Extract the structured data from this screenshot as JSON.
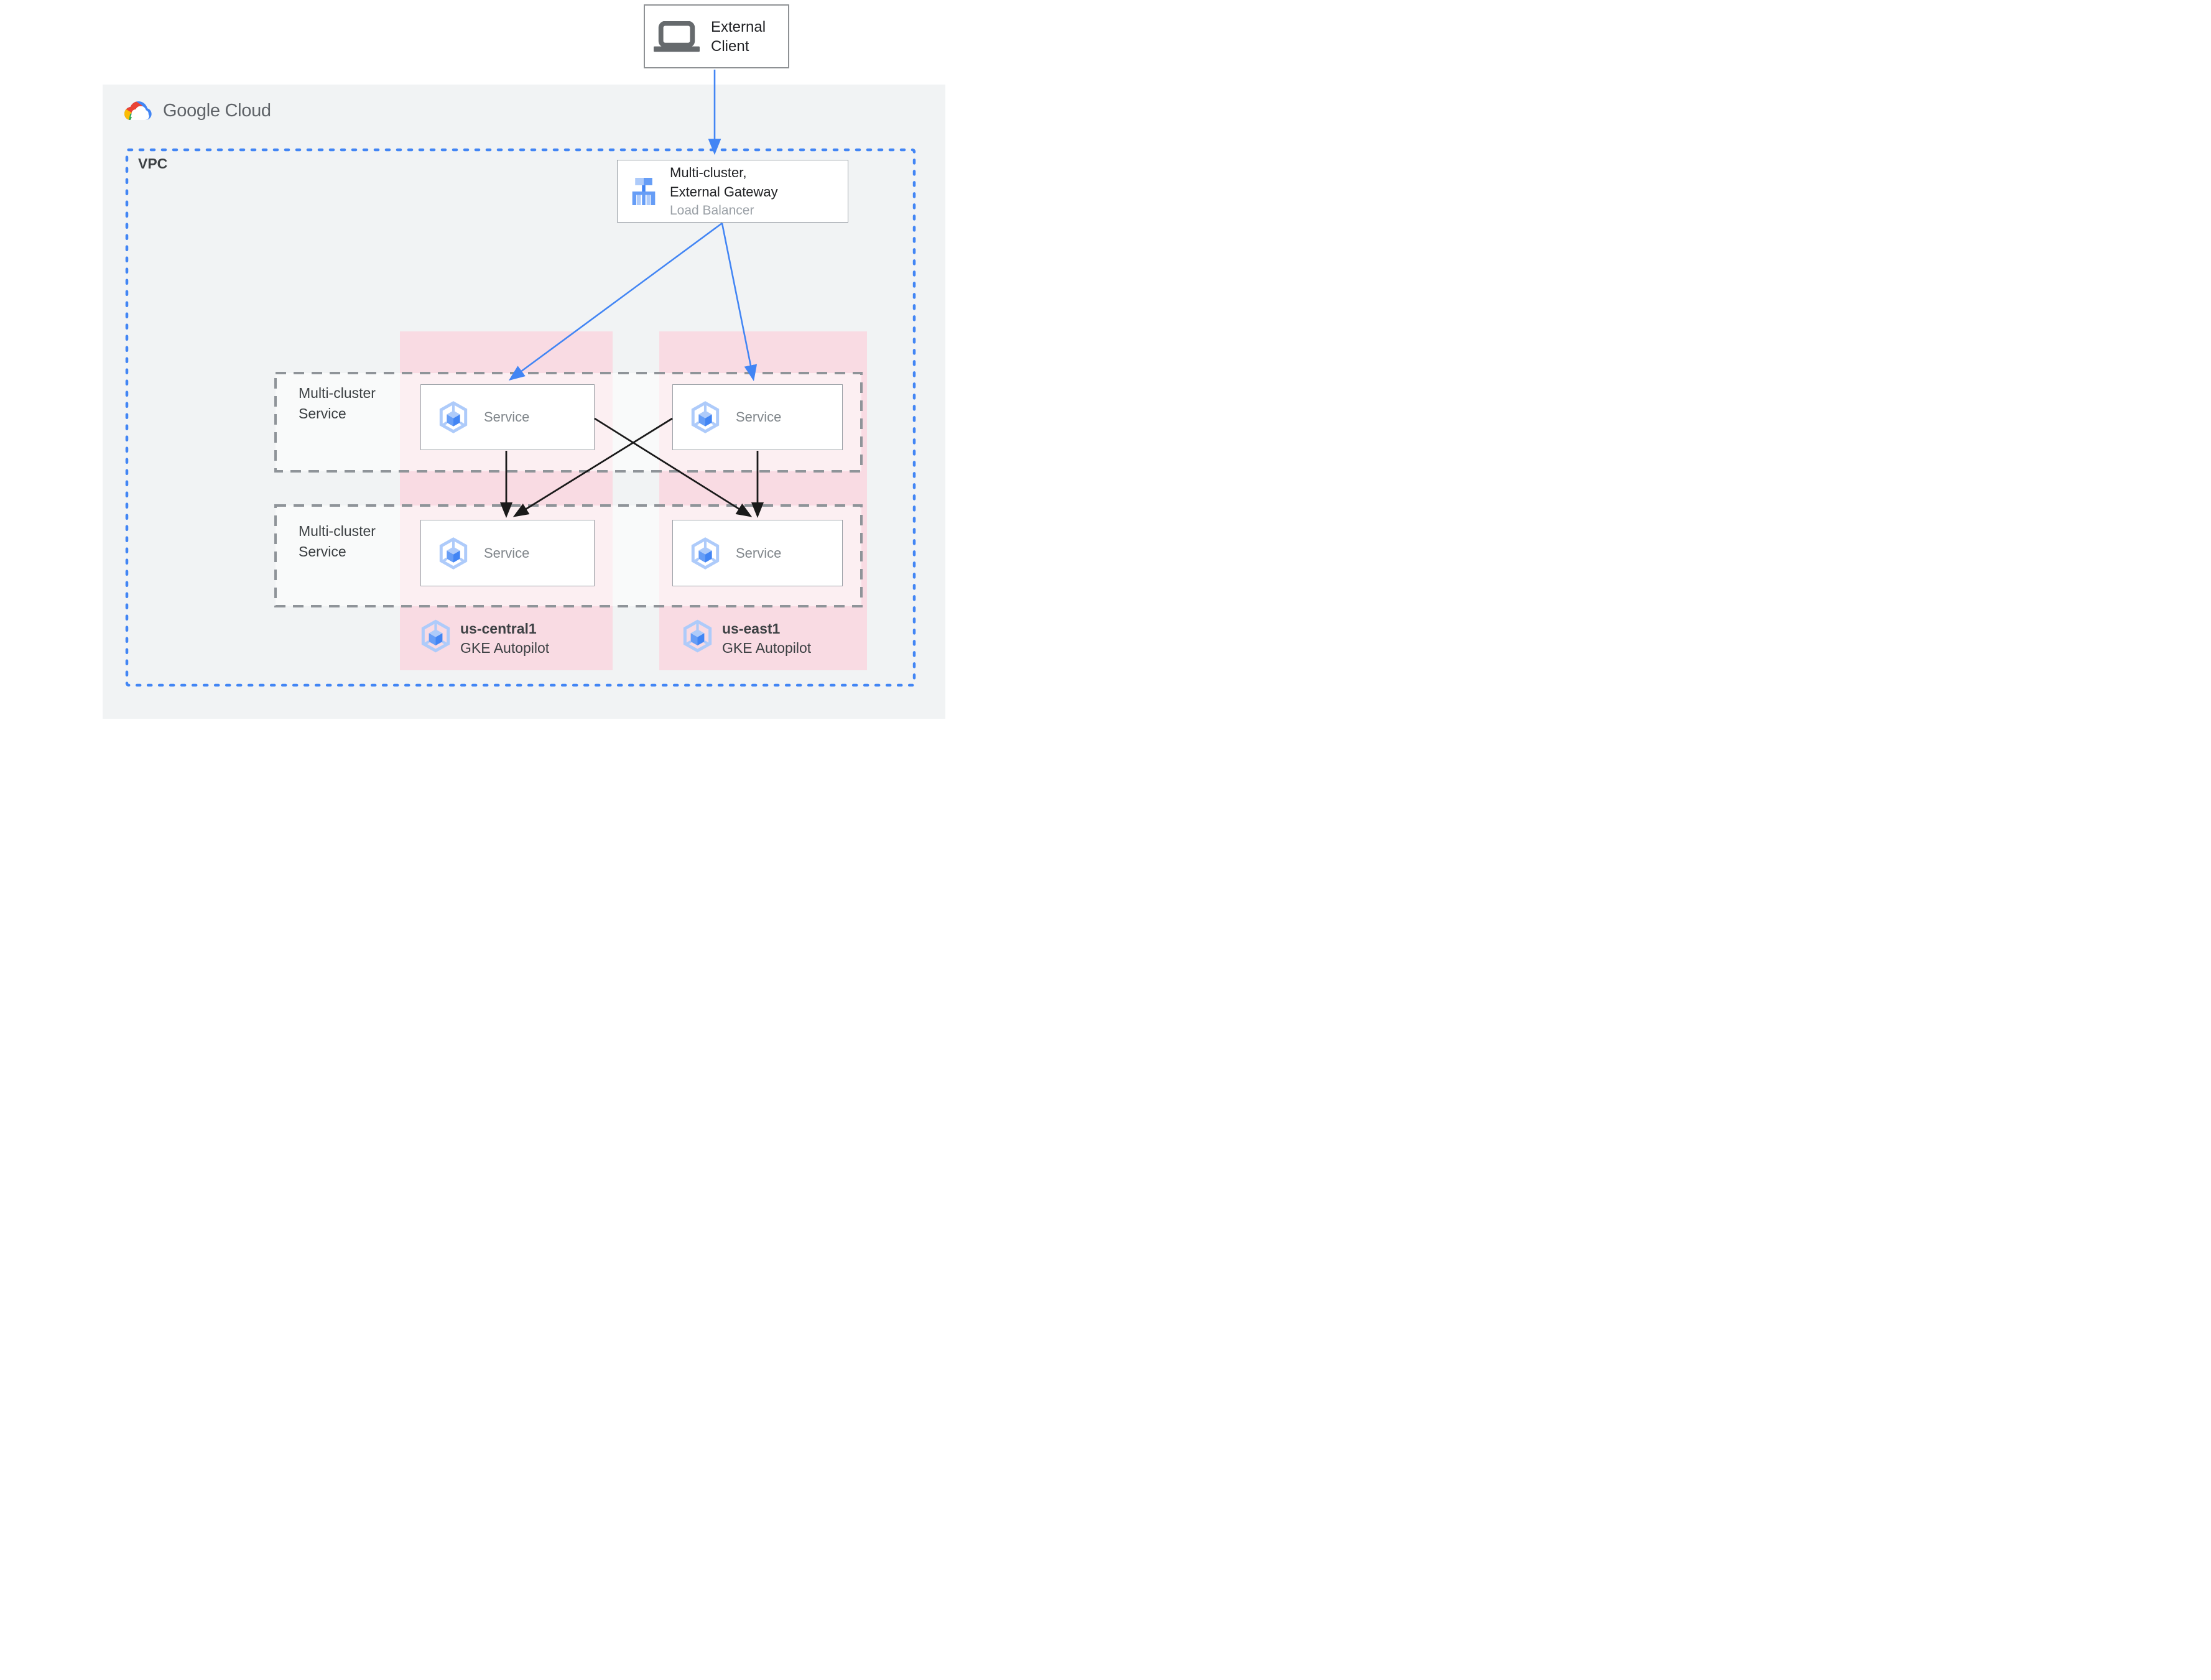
{
  "external_client": {
    "label": "External Client"
  },
  "logo": {
    "label": "Google Cloud"
  },
  "vpc": {
    "label": "VPC"
  },
  "gateway": {
    "title_line1": "Multi-cluster,",
    "title_line2": "External Gateway",
    "subtitle": "Load Balancer"
  },
  "service_rows": [
    {
      "label": "Multi-cluster Service"
    },
    {
      "label": "Multi-cluster Service"
    }
  ],
  "services": [
    {
      "label": "Service"
    },
    {
      "label": "Service"
    },
    {
      "label": "Service"
    },
    {
      "label": "Service"
    }
  ],
  "clusters": [
    {
      "region": "us-central1",
      "platform": "GKE Autopilot"
    },
    {
      "region": "us-east1",
      "platform": "GKE Autopilot"
    }
  ],
  "colors": {
    "accent_blue": "#4285F4",
    "panel_gray": "#F1F3F4",
    "region_pink": "#F9DBE3",
    "dashed_border_gray": "#8F9499",
    "card_border_gray": "#9AA0A6",
    "text_dark": "#3C4043",
    "text_black": "#202124",
    "text_gray": "#80868B",
    "arrow_black": "#1A1A1A",
    "gke_icon_light": "#AECBFA",
    "gke_icon_mid": "#669DF6",
    "gke_icon_dark": "#4285F4",
    "logo_red": "#EA4335",
    "logo_yellow": "#FBBC04",
    "logo_green": "#34A853",
    "logo_blue": "#4285F4",
    "logo_text_gray": "#5F6368"
  }
}
